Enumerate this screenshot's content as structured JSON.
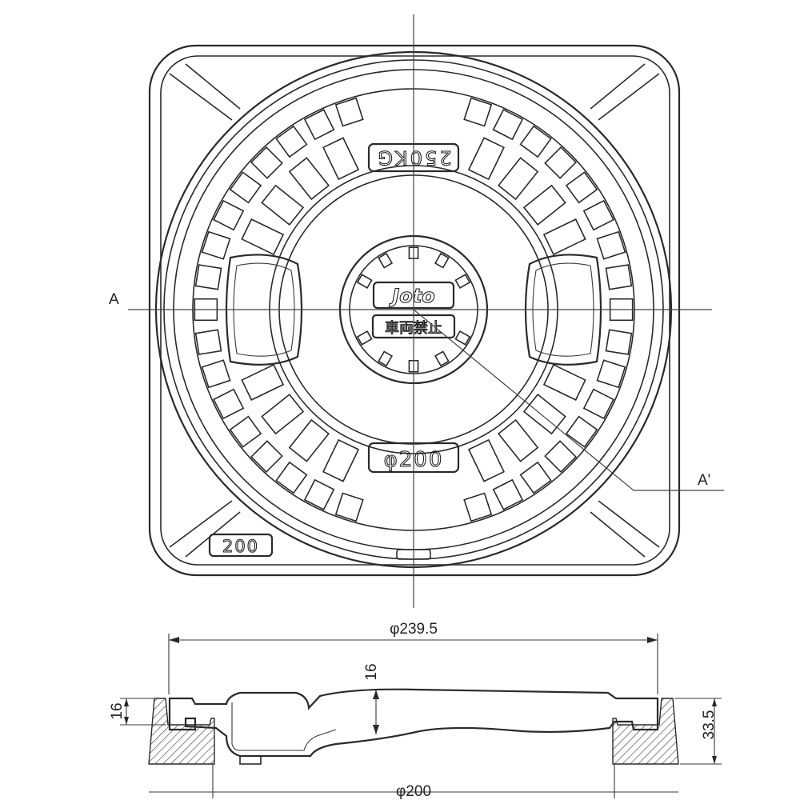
{
  "plan_view": {
    "section_label_a": "A",
    "section_label_a_prime": "A'",
    "cover_marks": {
      "load_rating": "250KG",
      "brand": "Joto",
      "notice": "車両禁止",
      "diameter_mark": "φ200"
    },
    "frame_mark": "200"
  },
  "section_view": {
    "dim_outer_diameter": "φ239.5",
    "dim_inner_diameter": "φ200",
    "dim_cover_thickness": "16",
    "dim_frame_top": "16",
    "dim_total_height": "33.5"
  }
}
